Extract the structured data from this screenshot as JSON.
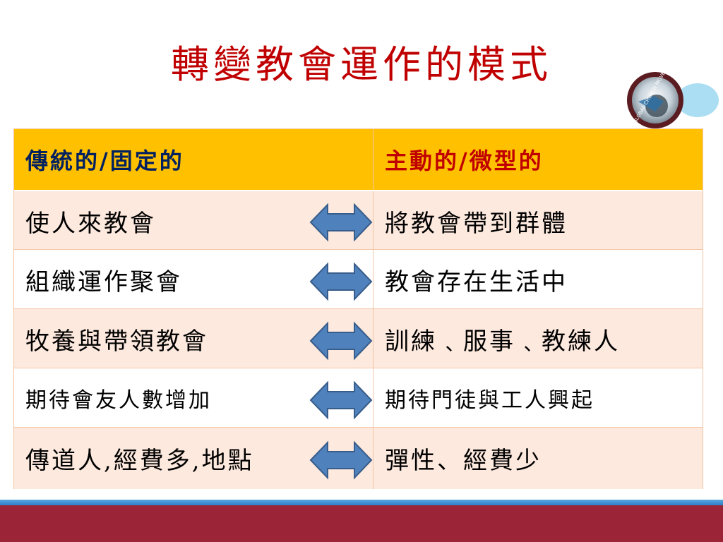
{
  "slide": {
    "title": "轉變教會運作的模式",
    "logo_text": "GLOBAL CHURCH MOVEMENTS"
  },
  "table": {
    "header": {
      "left": "傳統的/固定的",
      "right": "主動的/微型的"
    },
    "rows": [
      {
        "left": "使人來教會",
        "right": "將教會帶到群體"
      },
      {
        "left": "組織運作聚會",
        "right": "教會存在生活中"
      },
      {
        "left": "牧養與帶領教會",
        "right": "訓練﹑服事﹑教練人"
      },
      {
        "left": "期待會友人數增加",
        "right": "期待門徒與工人興起"
      },
      {
        "left": "傳道人,經費多,地點",
        "right": "彈性、經費少"
      }
    ],
    "arrow_icon": "double-arrow-icon"
  },
  "colors": {
    "title": "#c00000",
    "header_bg": "#ffc000",
    "header_left_text": "#002060",
    "header_right_text": "#c00000",
    "row_alt_bg": "#fde9de",
    "arrow_fill": "#4f81bd",
    "footer_red": "#9b2536",
    "footer_blue": "#2f7fc6"
  }
}
